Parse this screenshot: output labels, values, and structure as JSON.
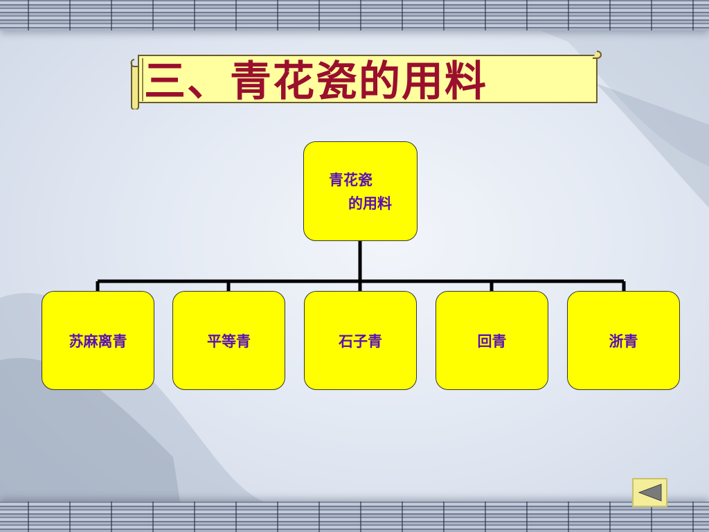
{
  "slide": {
    "title": "三、青花瓷的用料"
  },
  "diagram": {
    "root": {
      "line1": "青花瓷",
      "line2": "的用料"
    },
    "children": [
      {
        "label": "苏麻离青"
      },
      {
        "label": "平等青"
      },
      {
        "label": "石子青"
      },
      {
        "label": "回青"
      },
      {
        "label": "浙青"
      }
    ]
  },
  "colors": {
    "box_fill": "#ffff00",
    "box_text": "#5a0fb4",
    "title_text": "#9a0f2d",
    "connector": "#000000",
    "scroll_fill": "#ffffa0"
  },
  "navigation": {
    "back_icon": "triangle-left-icon"
  }
}
